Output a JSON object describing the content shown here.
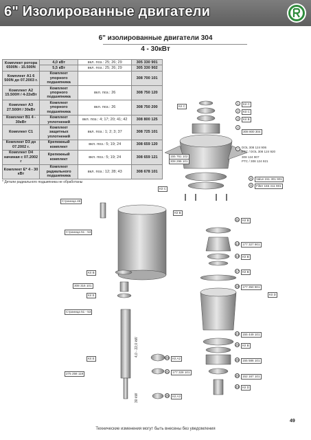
{
  "header": {
    "title": "6\" Изолированные двигатели"
  },
  "subtitle": {
    "line1": "6\" изолированные двигатели 304",
    "line2": "4 - 30кВт"
  },
  "table": {
    "rows": [
      [
        "Комплект ротора 6500N - 15.500N",
        "4,0 кВт",
        "вкл. поз.: 25; 26; 29",
        "305 330 901"
      ],
      [
        "",
        "5,5 кВт",
        "вкл. поз.: 25; 26; 29",
        "305 330 902"
      ],
      [
        "Комплект А1 6 500N до 07.2003 г.",
        "Комплект упорного подшипника",
        "",
        "308 700 101"
      ],
      [
        "Комплект А2 15.500Н / 4-22кВт",
        "Комплект упорного подшипника",
        "вкл. поз.: 26",
        "308 750 120"
      ],
      [
        "Комплект А3 27.500Н / 30кВт",
        "Комплект упорного подшипника",
        "вкл. поз.: 26",
        "308 750 200"
      ],
      [
        "Комплект В1 4 - 30кВт",
        "Комплект уплотнений",
        "вкл. поз.: 4; 17; 20; 41; 42",
        "308 800 125"
      ],
      [
        "Комплект С1",
        "Комплект защитных уплотнений",
        "вкл. поз.: 1; 2; 3; 37",
        "308 725 101"
      ],
      [
        "Комплект D3 до 07.2002 г.",
        "Крепежный комплект",
        "вкл. поз.: 5; 19; 24",
        "308 659 120"
      ],
      [
        "Комплект D4 начиная с 07.2002 г",
        "Крепежный комплект",
        "вкл. поз.: 5; 19; 24",
        "308 659 121"
      ],
      [
        "Комплект Е* 4 - 30 кВт",
        "Комплект радиального подшипника",
        "вкл. поз.: 12; 28; 43",
        "308 678 101"
      ]
    ],
    "footnote": "* Детали радиального подшипника не обработаны"
  },
  "callouts": {
    "kitC_a": "Kit C",
    "kitC_b": "Kit C",
    "kitC_c": "Kit C",
    "kitB_a": "Kit B",
    "kit308800": "308 800 304",
    "dol1": "DOL 308 124 906",
    "dol2": "PTC / DOL 308 124 920",
    "ptc1": "308 124 907",
    "ptc2": "PTC / 308 124 921",
    "part155": "155 761 102",
    "part308": "308 296 101",
    "valve": "Valve 151 301 901",
    "filter": "Filter 155 411 901",
    "kitC_left": "Kit C",
    "kitB_left": "Kit B",
    "page46": "Страница 46",
    "kitB_right": "Kit B",
    "page51": "Страница 51 - 53",
    "part177327": "177 327 901",
    "kitB_r2": "Kit B",
    "kitB_mid": "Kit B",
    "kitB_r3": "Kit B",
    "part308316": "308 316 101",
    "part177350": "177 350 901",
    "kitD": "Kit D",
    "kitE_mid": "Kit E",
    "page51b": "Страница 51 - 53",
    "part155449": "155 449 101",
    "kitB_r4": "Kit B",
    "part155586": "155 586 101",
    "kitE_low": "Kit E",
    "kitA2": "Kit A2",
    "part152167": "152 167 101",
    "part275": "275 258 119",
    "part177328": "177 328 101",
    "kitD_low": "Kit D",
    "kitA3": "Kit A3",
    "shaft_label": "4,0 - 22,0 kW",
    "shaft_label2": "30 kW"
  },
  "footer": {
    "text": "Технические изменения могут быть внесены без уведомления",
    "page": "49"
  },
  "colors": {
    "header_bg": "#6b6b6b",
    "logo_green": "#2e8b3c"
  }
}
